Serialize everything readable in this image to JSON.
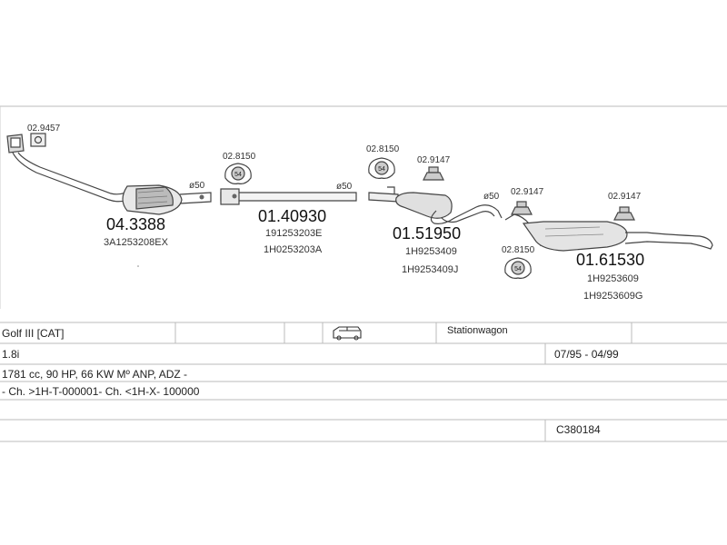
{
  "parts": [
    {
      "id": "p1",
      "main": "04.3388",
      "subs": [
        "3A1253208EX"
      ]
    },
    {
      "id": "p2",
      "main": "01.40930",
      "subs": [
        "191253203E",
        "1H0253203A"
      ]
    },
    {
      "id": "p3",
      "main": "01.51950",
      "subs": [
        "1H9253409",
        "1H9253409J"
      ]
    },
    {
      "id": "p4",
      "main": "01.61530",
      "subs": [
        "1H9253609",
        "1H9253609G"
      ]
    }
  ],
  "accessories": {
    "gasket_a": "02.9457",
    "clamp_a": "02.8150",
    "clamp_b": "02.8150",
    "clamp_c": "02.8150",
    "hanger_a": "02.9147",
    "hanger_b": "02.9147",
    "hanger_c": "02.9147",
    "clamp_label": "54"
  },
  "diameters": {
    "d1": "ø50",
    "d2": "ø50",
    "d3": "ø50"
  },
  "vehicle": {
    "model": "Golf III  [CAT]",
    "body": "Stationwagon",
    "engine": "1.8i",
    "years": "07/95 - 04/99",
    "spec": "1781 cc, 90 HP, 66 KW Mº ANP, ADZ -",
    "chassis": "- Ch. >1H-T-000001- Ch. <1H-X- 100000",
    "code": "C380184"
  },
  "icons": {
    "vehicle": "station-wagon-icon"
  },
  "colors": {
    "line": "#444444",
    "grid": "#bbbbbb"
  }
}
